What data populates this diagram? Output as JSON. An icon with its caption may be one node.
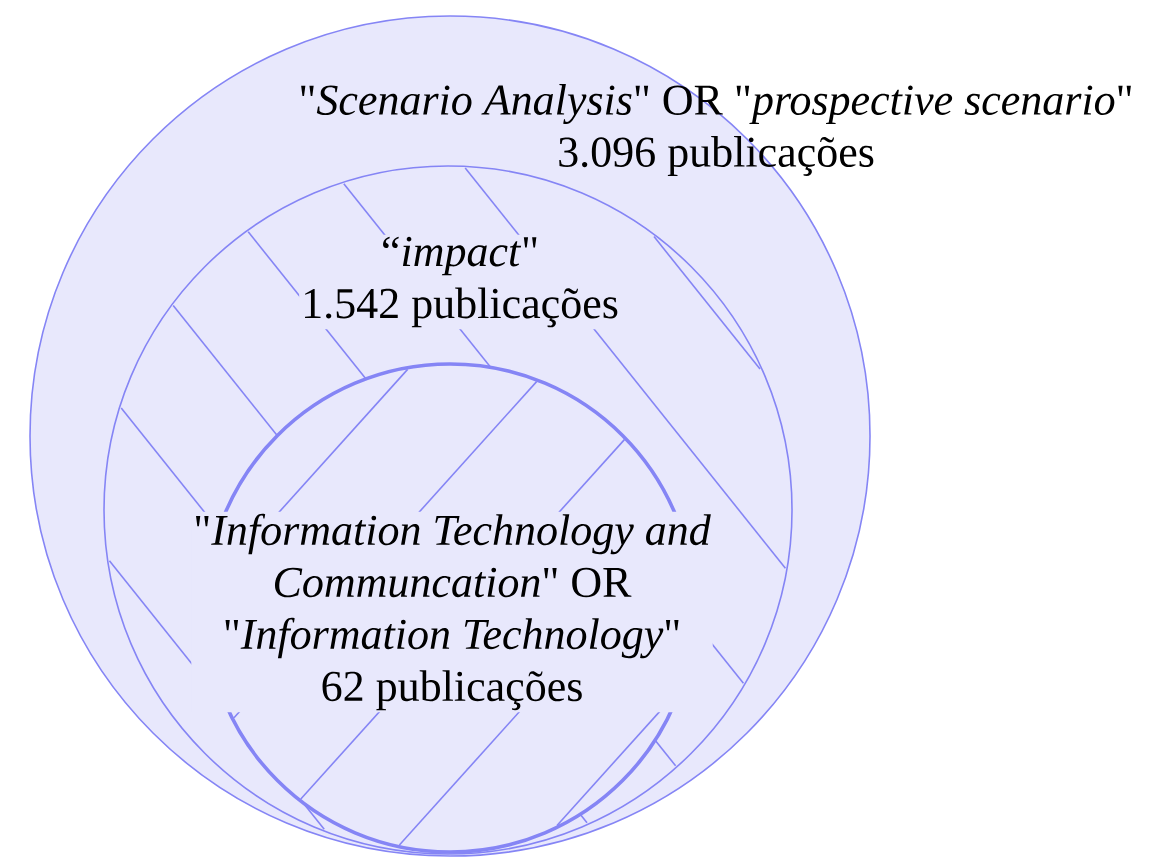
{
  "diagram": {
    "nodes": [
      {
        "text": [
          "\"*Scenario Analysis*\" OR \"*prospective scenario*\"",
          "3.096 publicações"
        ]
      },
      {
        "text": [
          "“*impact*\"",
          "1.542 publicações"
        ],
        "in": 0
      },
      {
        "text": [
          "\"*Information Technology and Communcation*\" OR \"*Information Technology*\"",
          "62 publicações"
        ],
        "in": 1
      }
    ]
  }
}
